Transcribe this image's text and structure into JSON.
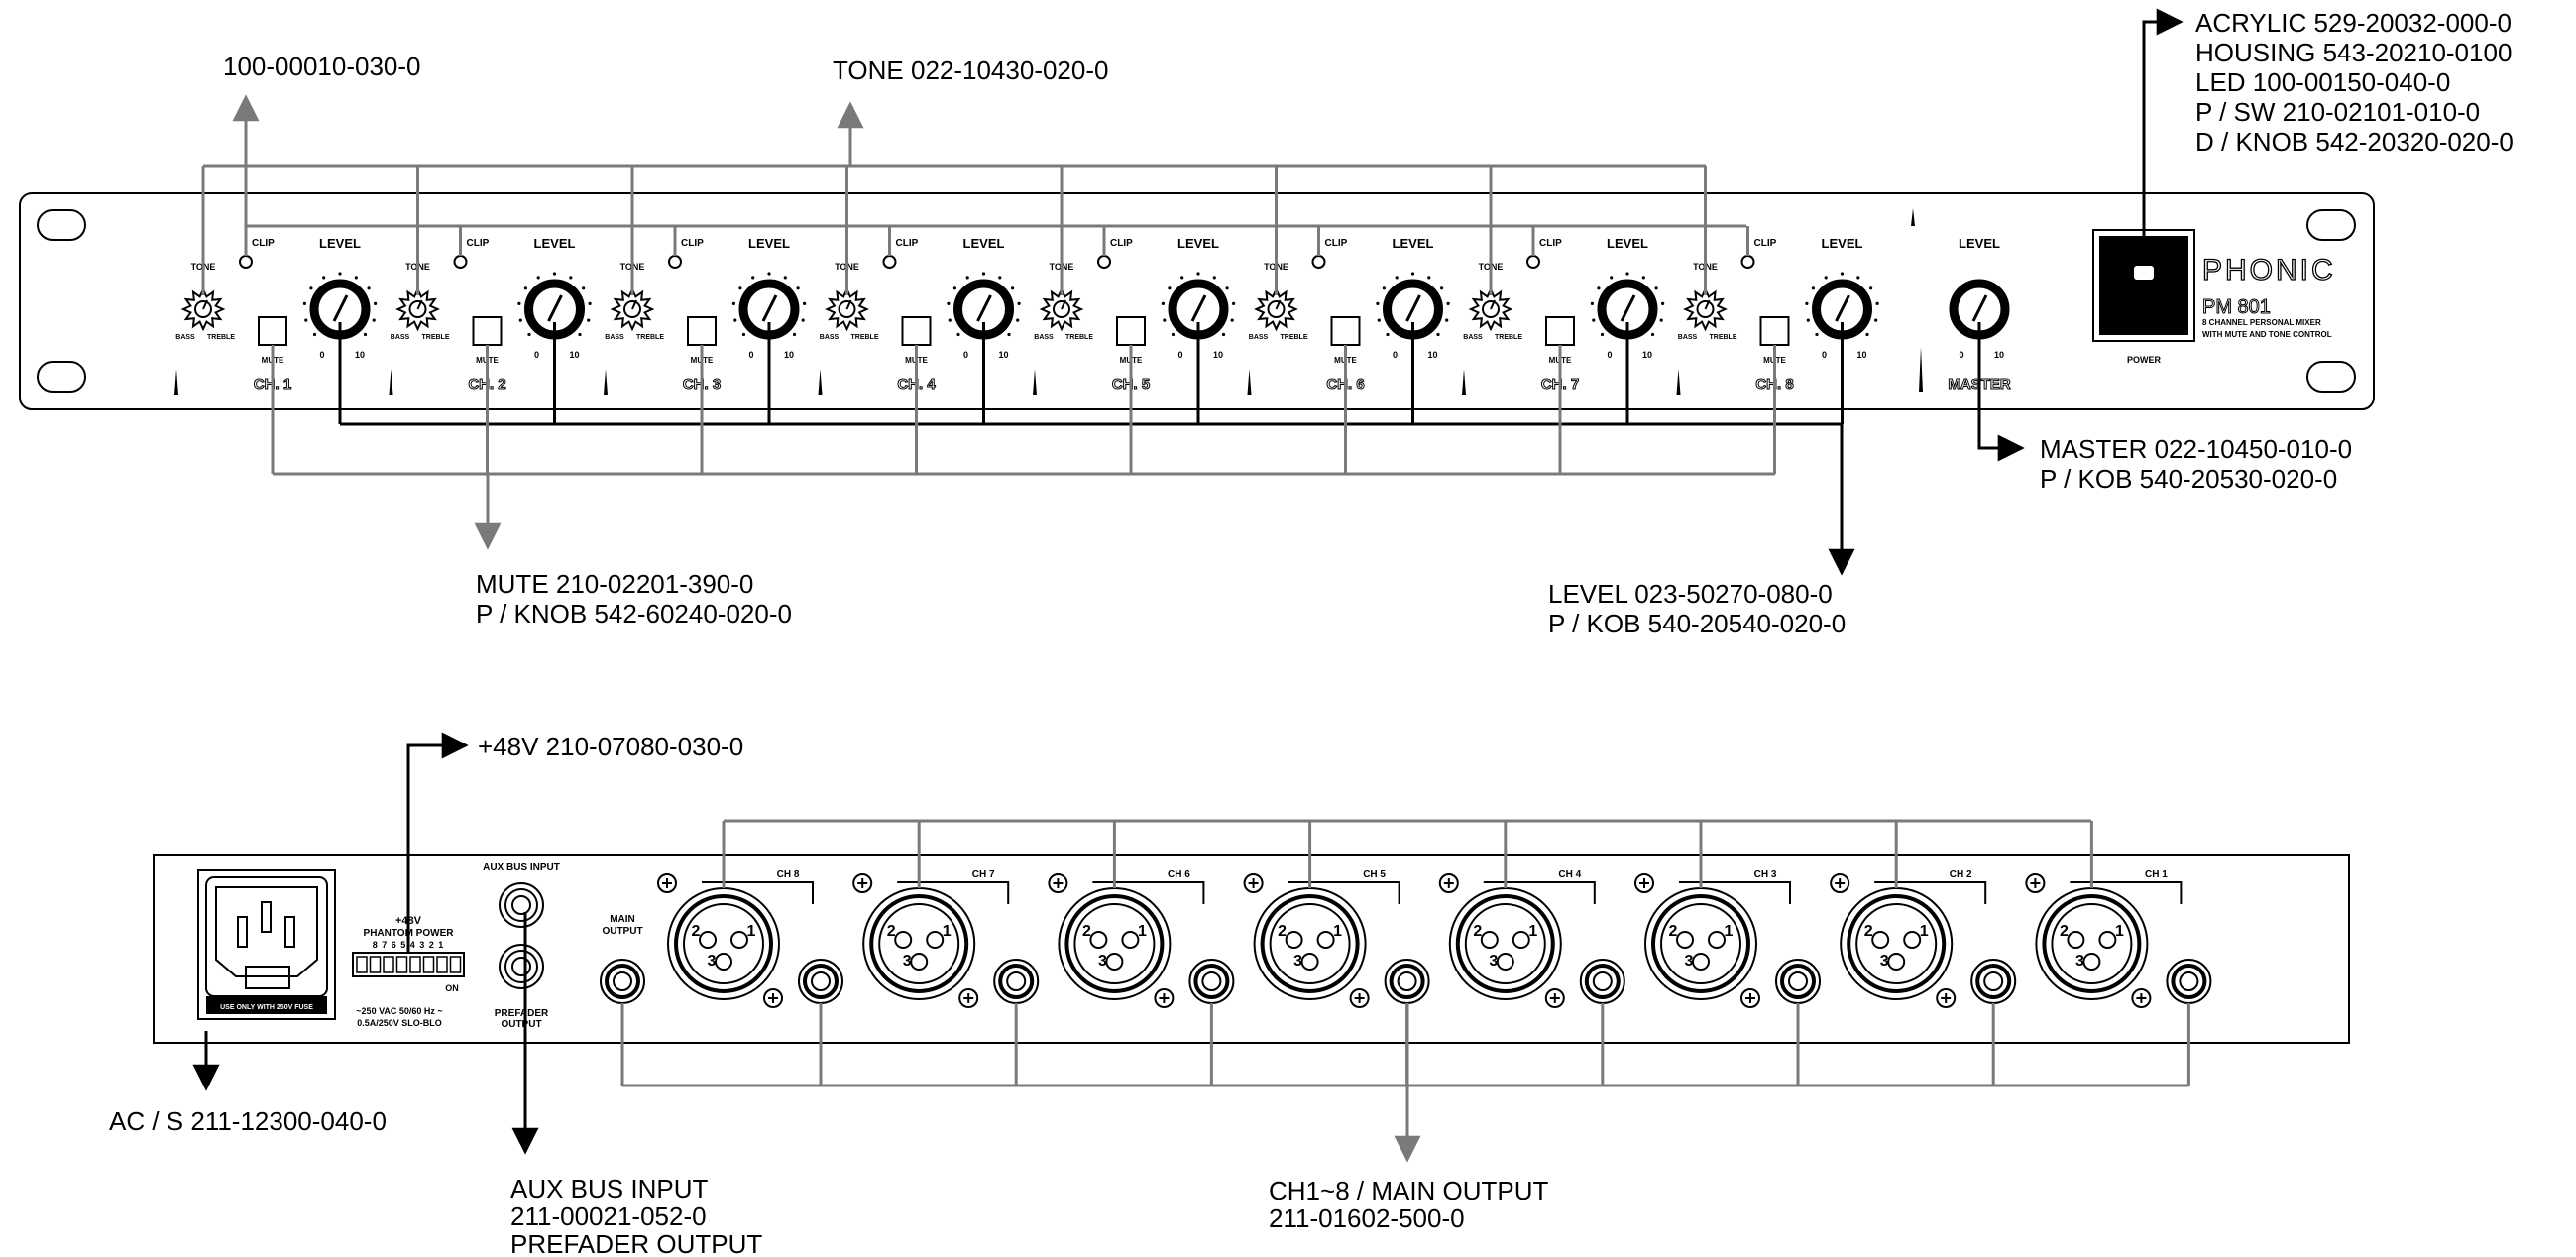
{
  "front_panel": {
    "brand": "PHONIC",
    "model": "PM 801",
    "desc_line1": "8 CHANNEL PERSONAL MIXER",
    "desc_line2": "WITH MUTE AND TONE CONTROL",
    "power_label": "POWER",
    "tone_label": "TONE",
    "clip_label": "CLIP",
    "level_label": "LEVEL",
    "mute_label": "MUTE",
    "bass_label": "BASS",
    "treble_label": "TREBLE",
    "scale_min": "0",
    "scale_max": "10",
    "master_label": "MASTER",
    "channels": [
      "CH. 1",
      "CH. 2",
      "CH. 3",
      "CH. 4",
      "CH. 5",
      "CH. 6",
      "CH. 7",
      "CH. 8"
    ]
  },
  "back_panel": {
    "phantom_title_1": "+48V",
    "phantom_title_2": "PHANTOM POWER",
    "phantom_numbers": "8 7 6 5 4 3 2 1",
    "phantom_on": "ON",
    "voltage_line1": "~250 VAC 50/60 Hz ~",
    "voltage_line2": "0.5A/250V SLO-BLO",
    "fuse_label": "USE ONLY WITH 250V FUSE",
    "aux_label": "AUX BUS INPUT",
    "prefader_line1": "PREFADER",
    "prefader_line2": "OUTPUT",
    "main_line1": "MAIN",
    "main_line2": "OUTPUT",
    "xlr_pin1": "1",
    "xlr_pin2": "2",
    "xlr_pin3": "3",
    "channels": [
      "CH 8",
      "CH 7",
      "CH 6",
      "CH 5",
      "CH 4",
      "CH 3",
      "CH 2",
      "CH 1"
    ]
  },
  "callouts": {
    "clip_led": "100-00010-030-0",
    "tone": "TONE 022-10430-020-0",
    "power": [
      "ACRYLIC 529-20032-000-0",
      "HOUSING 543-20210-0100",
      "LED 100-00150-040-0",
      "P / SW 210-02101-010-0",
      "D / KNOB 542-20320-020-0"
    ],
    "master": [
      "MASTER 022-10450-010-0",
      "P / KOB 540-20530-020-0"
    ],
    "mute": [
      "MUTE 210-02201-390-0",
      "P / KNOB 542-60240-020-0"
    ],
    "level": [
      "LEVEL 023-50270-080-0",
      "P / KOB 540-20540-020-0"
    ],
    "phantom": "+48V 210-07080-030-0",
    "ac": "AC / S 211-12300-040-0",
    "aux": [
      "AUX BUS INPUT",
      "211-00021-052-0",
      "PREFADER OUTPUT"
    ],
    "outputs": [
      "CH1~8 / MAIN OUTPUT",
      "211-01602-500-0"
    ]
  },
  "colors": {
    "line": "#000000",
    "leader_gray": "#7a7a7a"
  }
}
